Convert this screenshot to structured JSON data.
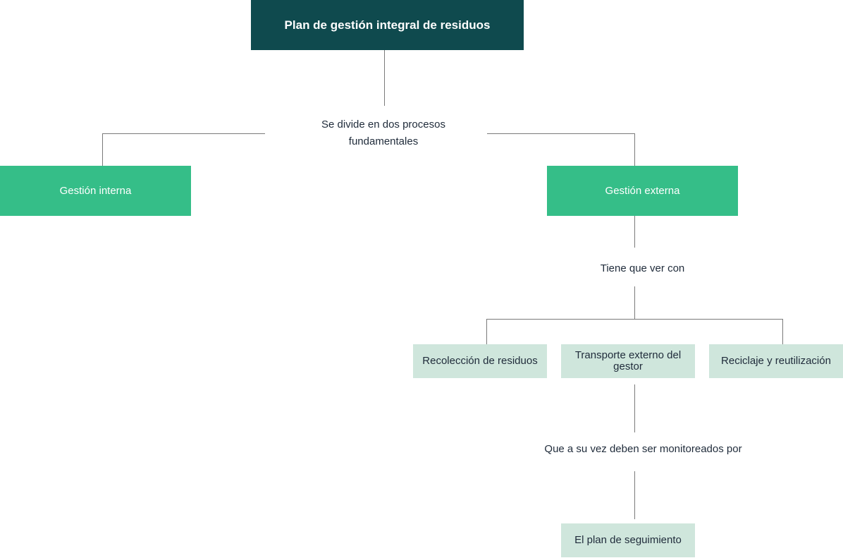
{
  "root": {
    "title": "Plan de gestión integral de residuos"
  },
  "connector_1": {
    "text": "Se divide en dos procesos fundamentales"
  },
  "branches": {
    "internal": "Gestión interna",
    "external": "Gestión externa"
  },
  "connector_2": {
    "text": "Tiene que ver con"
  },
  "external_items": [
    "Recolección de residuos",
    "Transporte externo del gestor",
    "Reciclaje y reutilización"
  ],
  "connector_3": {
    "text": "Que a su vez deben ser monitoreados por"
  },
  "final": {
    "text": "El plan de seguimiento"
  },
  "colors": {
    "root_bg": "#0f4a4e",
    "branch_bg": "#35be88",
    "leaf_bg": "#cfe6dc",
    "line": "#7a7a7a"
  }
}
